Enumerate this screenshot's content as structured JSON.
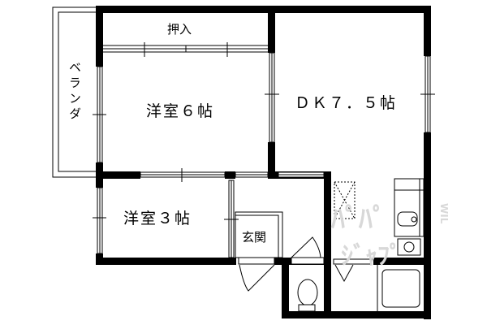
{
  "floorplan": {
    "rooms": [
      {
        "id": "western-6",
        "label": "洋室６帖"
      },
      {
        "id": "dk",
        "label": "ＤＫ７．５帖"
      },
      {
        "id": "western-3",
        "label": "洋室３帖"
      },
      {
        "id": "closet",
        "label": "押入"
      },
      {
        "id": "entrance",
        "label": "玄関"
      },
      {
        "id": "veranda",
        "label": "ベランダ"
      }
    ],
    "fixtures": [
      "kitchen-sink",
      "gas-stove",
      "refrigerator-space",
      "washing-machine-space",
      "toilet",
      "bathtub"
    ],
    "watermark": {
      "line1": "ﾊﾟﾊﾟ",
      "line2": "ｼﾞｬﾌﾟ",
      "suffix": "WIL"
    },
    "colors": {
      "wall": "#000000",
      "background": "#ffffff",
      "watermark": "#d8d8d8"
    }
  }
}
